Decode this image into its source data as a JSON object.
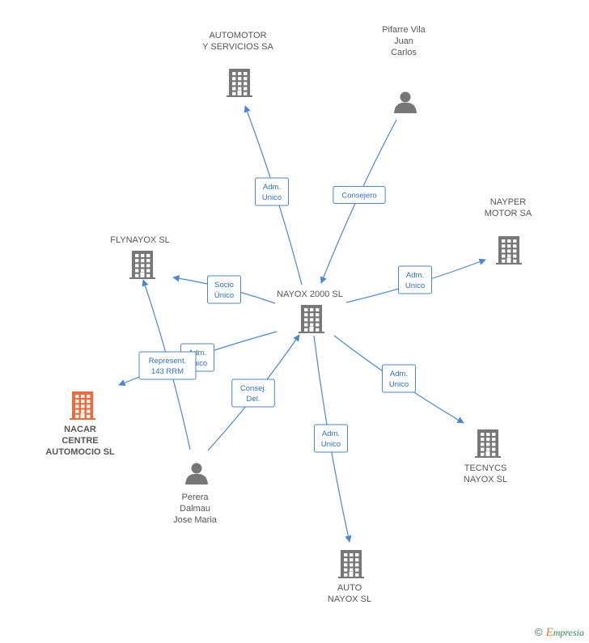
{
  "colors": {
    "edge": "#4a86d4",
    "company_icon": "#777777",
    "person_icon": "#777777",
    "highlight_icon": "#f06a3a",
    "label": "#555555"
  },
  "nodes": [
    {
      "id": "nayox2000",
      "type": "company",
      "lines": [
        "NAYOX 2000 SL"
      ]
    },
    {
      "id": "automotor",
      "type": "company",
      "lines": [
        "AUTOMOTOR",
        "Y SERVICIOS SA"
      ]
    },
    {
      "id": "pifarre",
      "type": "person",
      "lines": [
        "Pifarre Vila",
        "Juan",
        "Carlos"
      ]
    },
    {
      "id": "nayper",
      "type": "company",
      "lines": [
        "NAYPER",
        "MOTOR SA"
      ]
    },
    {
      "id": "flynayox",
      "type": "company",
      "lines": [
        "FLYNAYOX SL"
      ]
    },
    {
      "id": "nacar",
      "type": "company-main",
      "lines": [
        "NACAR",
        "CENTRE",
        "AUTOMOCIO SL"
      ]
    },
    {
      "id": "tecnycs",
      "type": "company",
      "lines": [
        "TECNYCS",
        "NAYOX SL"
      ]
    },
    {
      "id": "perera",
      "type": "person",
      "lines": [
        "Perera",
        "Dalmau",
        "Jose Maria"
      ]
    },
    {
      "id": "autonayox",
      "type": "company",
      "lines": [
        "AUTO",
        "NAYOX SL"
      ]
    }
  ],
  "edges": [
    {
      "from": "nayox2000",
      "to": "automotor",
      "label": [
        "Adm.",
        "Unico"
      ]
    },
    {
      "from": "pifarre",
      "to": "nayox2000",
      "label": [
        "Consejero"
      ]
    },
    {
      "from": "nayox2000",
      "to": "nayper",
      "label": [
        "Adm.",
        "Unico"
      ]
    },
    {
      "from": "nayox2000",
      "to": "flynayox",
      "label": [
        "Socio",
        "Único"
      ]
    },
    {
      "from": "nayox2000",
      "to": "nacar",
      "label": [
        "Adm.",
        "Unico"
      ]
    },
    {
      "from": "perera",
      "to": "flynayox",
      "label": [
        "Represent.",
        "143 RRM"
      ]
    },
    {
      "from": "perera",
      "to": "nayox2000",
      "label": [
        "Consej.",
        "Del."
      ]
    },
    {
      "from": "nayox2000",
      "to": "tecnycs",
      "label": [
        "Adm.",
        "Unico"
      ]
    },
    {
      "from": "nayox2000",
      "to": "autonayox",
      "label": [
        "Adm.",
        "Unico"
      ]
    }
  ],
  "watermark": {
    "copyright": "©",
    "brand_first": "E",
    "brand_rest": "mpresia"
  }
}
